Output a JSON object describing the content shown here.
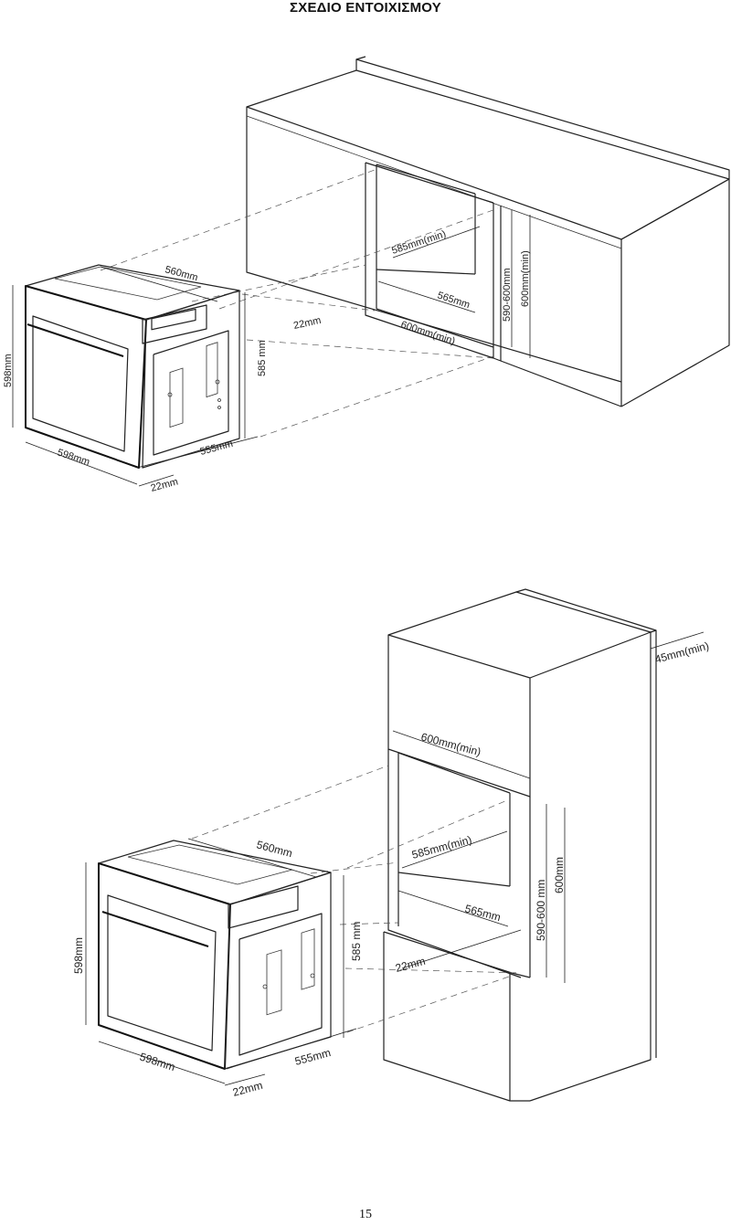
{
  "title": "ΣΧΕΔΙΟ ΕΝΤΟΙΧΙΣΜΟΥ",
  "page_number": "15",
  "diagram_under_counter": {
    "labels": {
      "depth_560": "560mm",
      "height_598": "598mm",
      "width_598": "598mm",
      "depth_555": "555mm",
      "front_22": "22mm",
      "body_height_585": "585 mm",
      "niche_22": "22mm",
      "niche_depth_585": "585mm(min)",
      "niche_width_565": "565mm",
      "niche_width_600": "600mm(min)",
      "niche_height_590_600": "590-600mm",
      "niche_height_600": "600mm(min)"
    }
  },
  "diagram_column": {
    "labels": {
      "gap_45": "45mm(min)",
      "cabinet_width_600": "600mm(min)",
      "depth_560": "560mm",
      "niche_depth_585": "585mm(min)",
      "niche_height_590_600": "590-600 mm",
      "niche_height_600": "600mm",
      "niche_width_565": "565mm",
      "niche_22": "22mm",
      "body_height_585": "585 mm",
      "height_598": "598mm",
      "width_598": "598mm",
      "depth_555": "555mm",
      "front_22": "22mm"
    }
  }
}
